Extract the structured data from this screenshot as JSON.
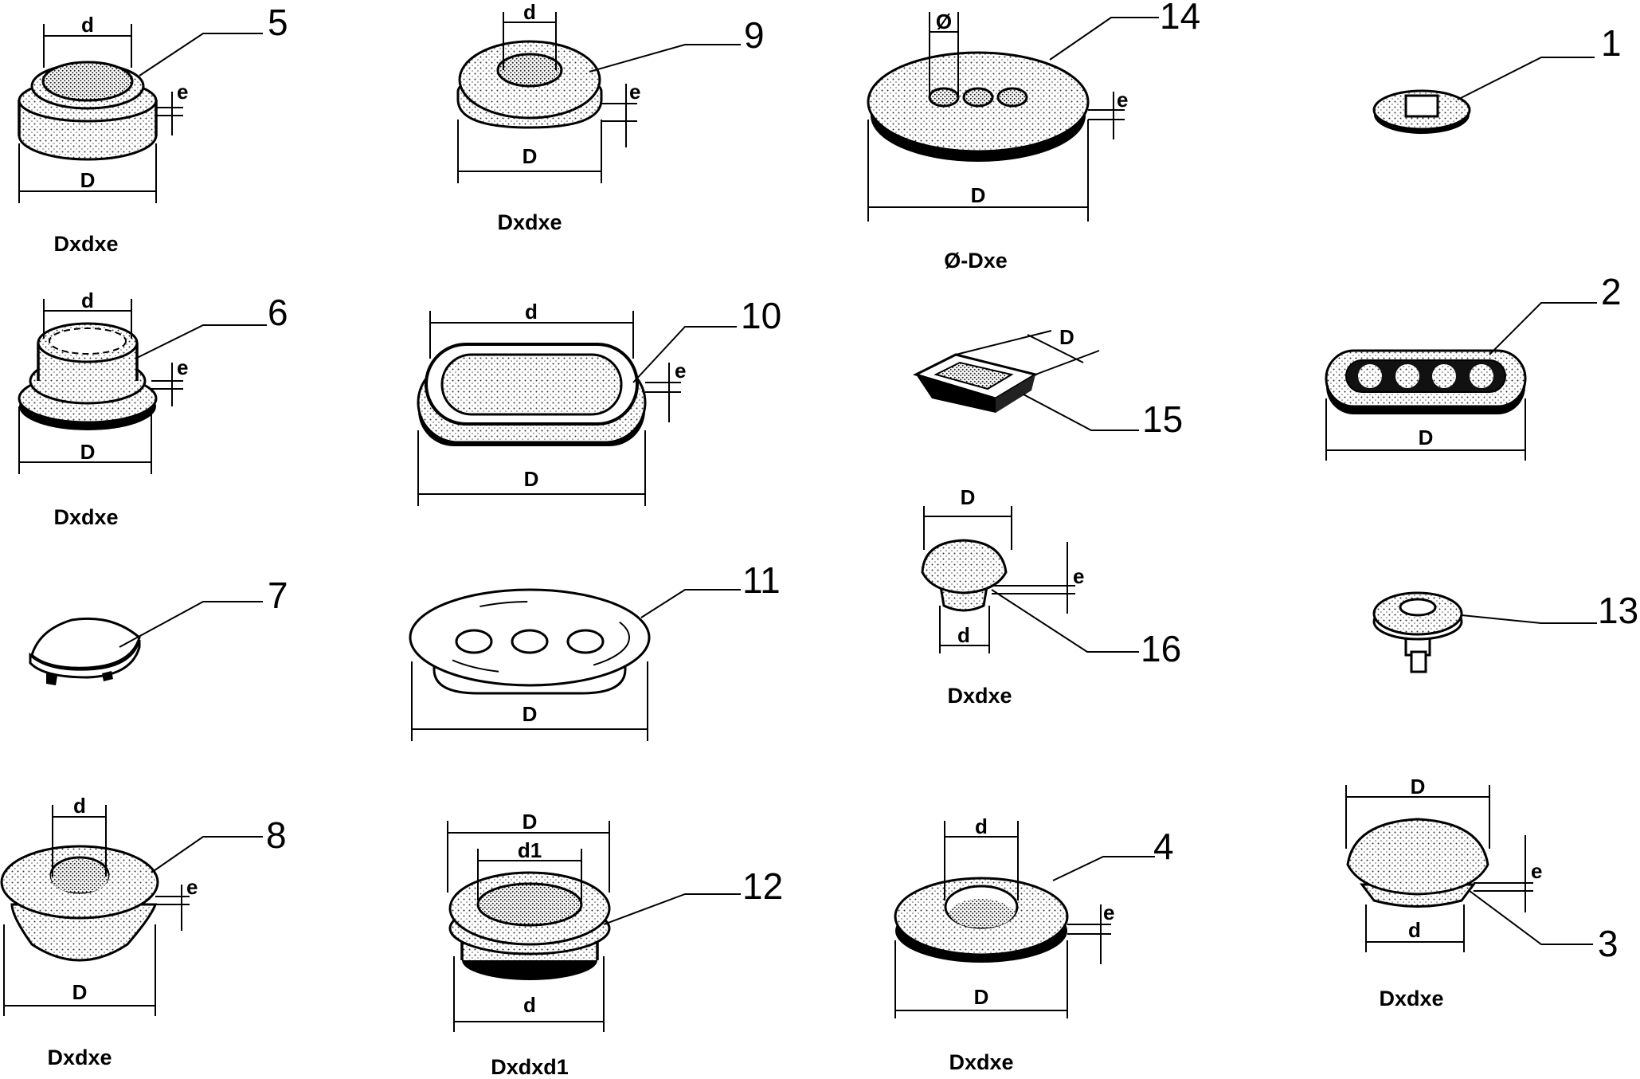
{
  "items": [
    {
      "num": "1"
    },
    {
      "num": "2",
      "dims": {
        "D": "D"
      }
    },
    {
      "num": "3",
      "dims": {
        "D": "D",
        "d": "d",
        "e": "e"
      },
      "caption": "Dxdxe"
    },
    {
      "num": "4",
      "dims": {
        "D": "D",
        "d": "d",
        "e": "e"
      },
      "caption": "Dxdxe"
    },
    {
      "num": "5",
      "dims": {
        "D": "D",
        "d": "d",
        "e": "e"
      },
      "caption": "Dxdxe"
    },
    {
      "num": "6",
      "dims": {
        "D": "D",
        "d": "d",
        "e": "e"
      },
      "caption": "Dxdxe"
    },
    {
      "num": "7"
    },
    {
      "num": "8",
      "dims": {
        "D": "D",
        "d": "d",
        "e": "e"
      },
      "caption": "Dxdxe"
    },
    {
      "num": "9",
      "dims": {
        "D": "D",
        "d": "d",
        "e": "e"
      },
      "caption": "Dxdxe"
    },
    {
      "num": "10",
      "dims": {
        "D": "D",
        "d": "d",
        "e": "e"
      }
    },
    {
      "num": "11",
      "dims": {
        "D": "D"
      }
    },
    {
      "num": "12",
      "dims": {
        "D": "D",
        "d1": "d1",
        "d": "d"
      },
      "caption": "Dxdxd1"
    },
    {
      "num": "13"
    },
    {
      "num": "14",
      "dims": {
        "dia": "Ø",
        "D": "D",
        "e": "e"
      },
      "caption": "Ø-Dxe"
    },
    {
      "num": "15",
      "dims": {
        "D": "D"
      }
    },
    {
      "num": "16",
      "dims": {
        "D": "D",
        "d": "d",
        "e": "e"
      },
      "caption": "Dxdxe"
    }
  ]
}
